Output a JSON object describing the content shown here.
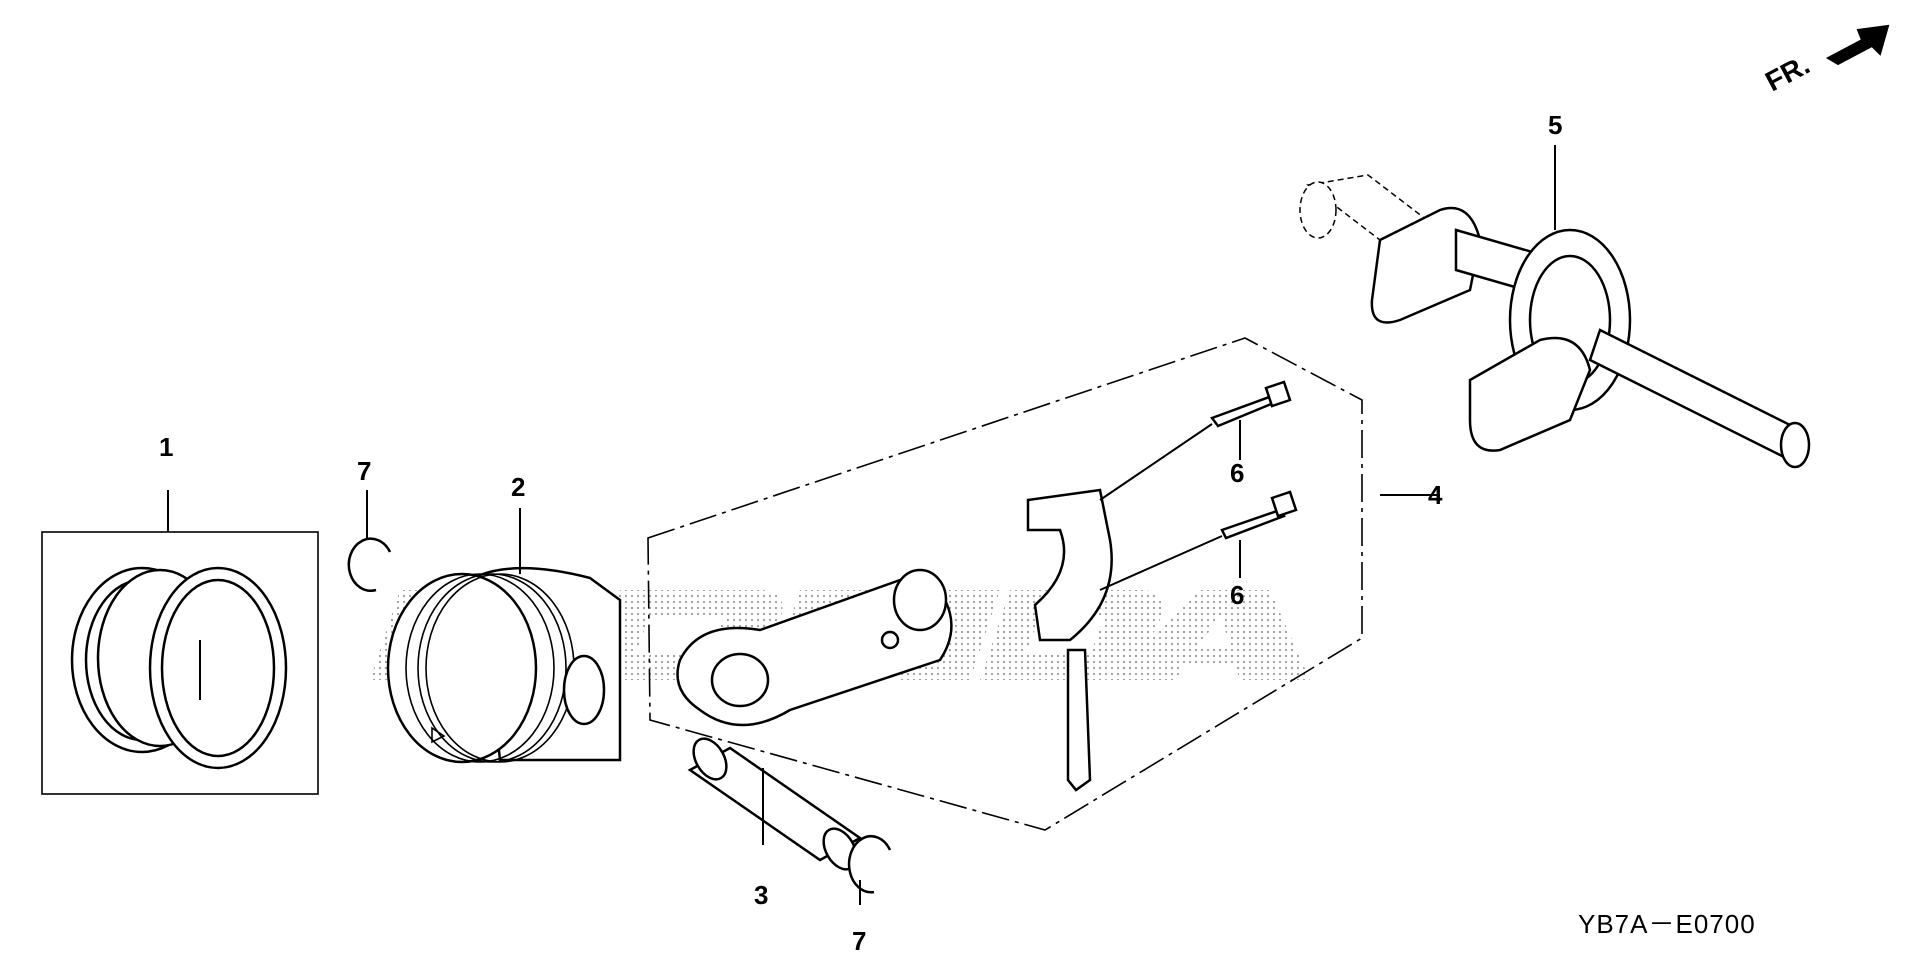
{
  "diagram": {
    "orientation": {
      "label": "FR.",
      "icon": "front-arrow-icon"
    },
    "drawing_code": "YB7A－E0700",
    "watermark": {
      "icon": "honda-watermark-logo"
    },
    "callouts": [
      {
        "id": "c1",
        "number": "1",
        "part": "piston-ring-set"
      },
      {
        "id": "c2",
        "number": "2",
        "part": "piston"
      },
      {
        "id": "c3",
        "number": "3",
        "part": "piston-pin"
      },
      {
        "id": "c4",
        "number": "4",
        "part": "connecting-rod-assembly"
      },
      {
        "id": "c5",
        "number": "5",
        "part": "crankshaft"
      },
      {
        "id": "c6a",
        "number": "6",
        "part": "connecting-rod-bolt"
      },
      {
        "id": "c6b",
        "number": "6",
        "part": "connecting-rod-bolt"
      },
      {
        "id": "c7a",
        "number": "7",
        "part": "piston-pin-clip"
      },
      {
        "id": "c7b",
        "number": "7",
        "part": "piston-pin-clip"
      }
    ]
  }
}
